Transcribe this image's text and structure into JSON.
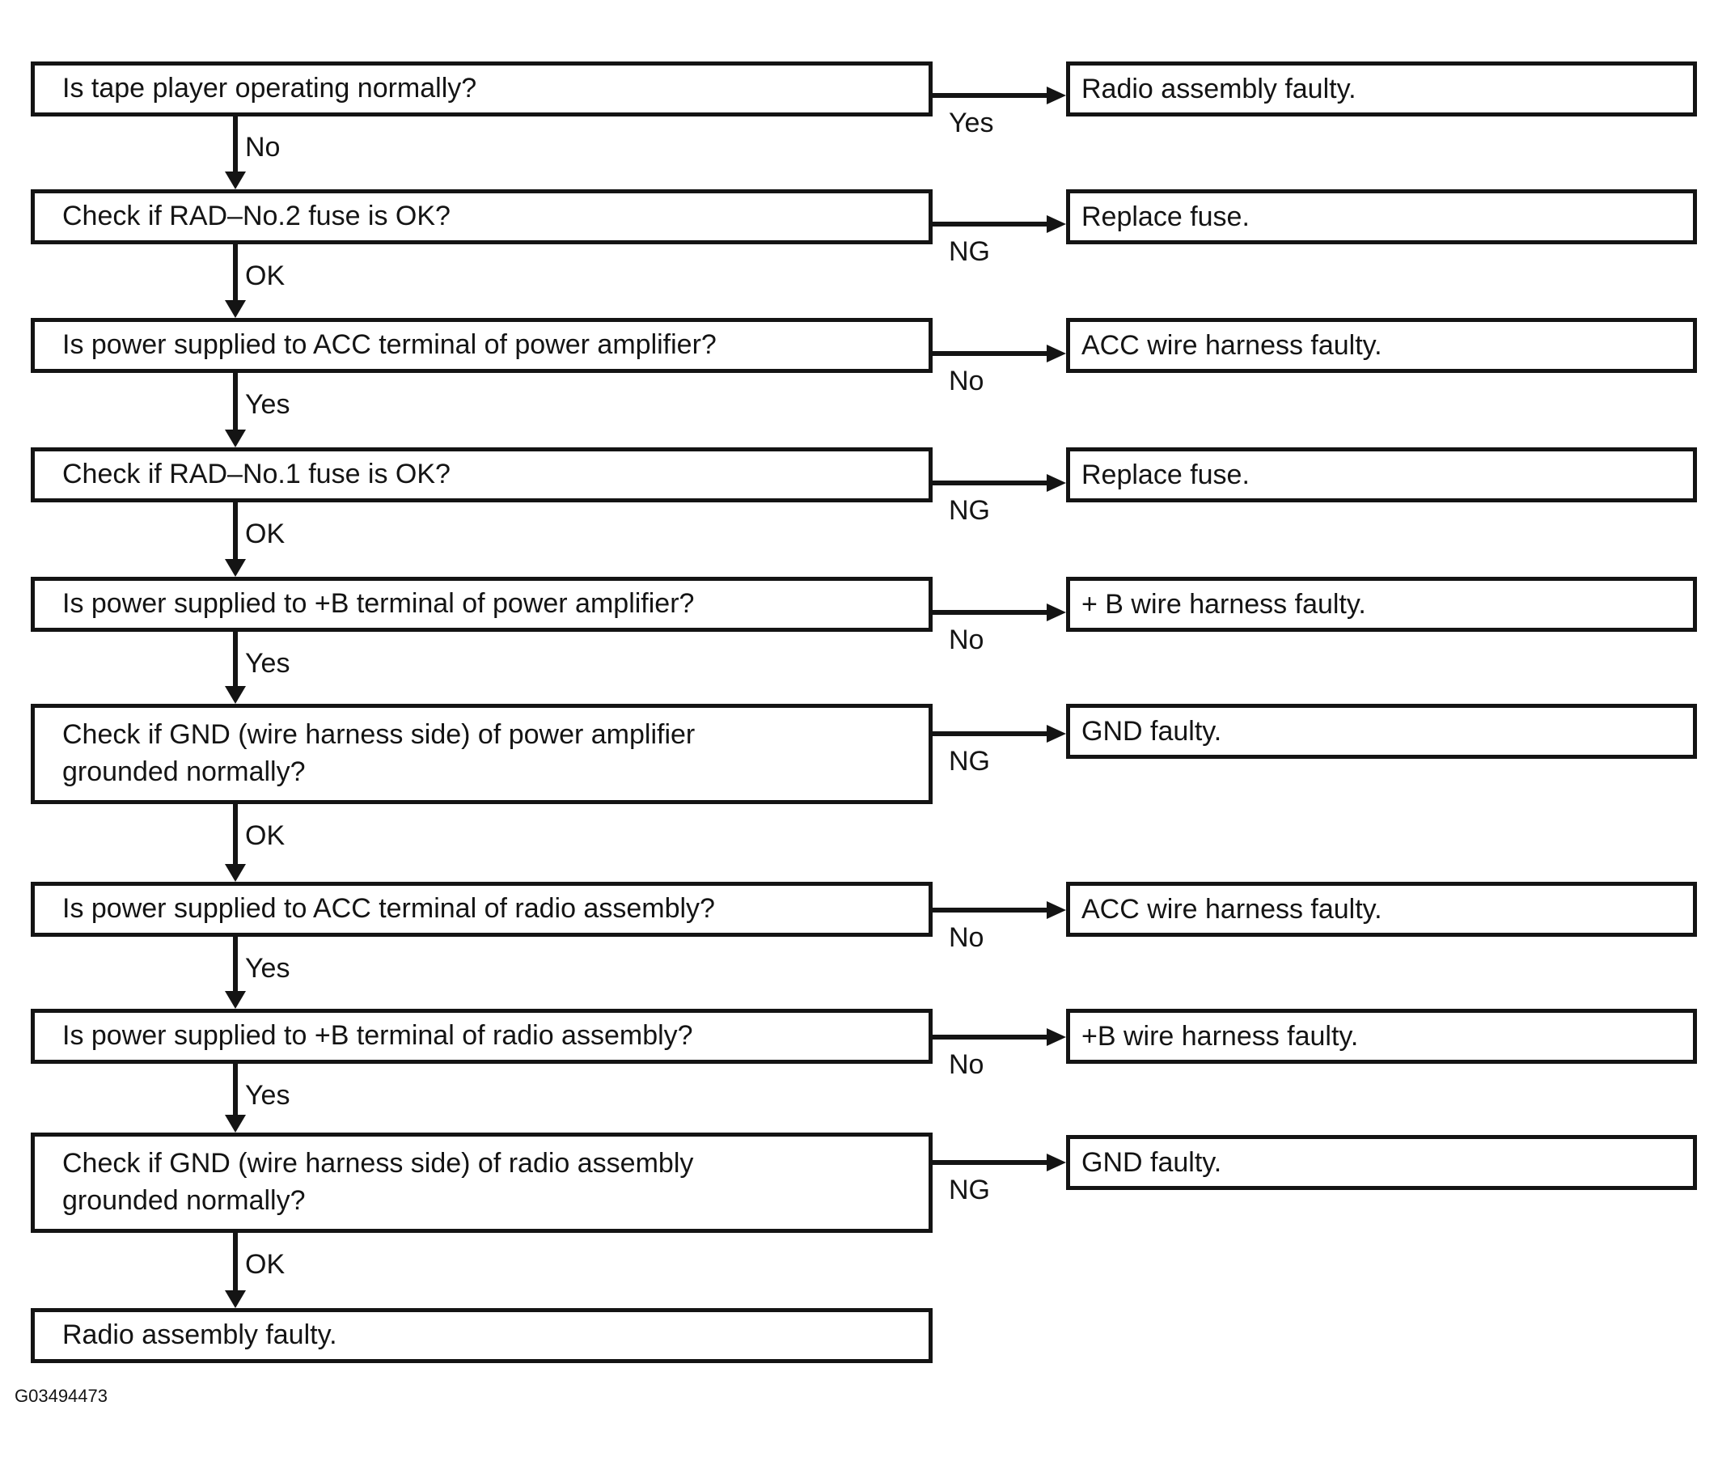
{
  "figure": {
    "caption": "G03494473"
  },
  "colors": {
    "ink": "#141414",
    "paper": "#ffffff"
  },
  "flow": {
    "rows": [
      {
        "question": "Is tape player operating normally?",
        "down": "No",
        "side": "Yes",
        "result": "Radio assembly faulty."
      },
      {
        "question": "Check if RAD–No.2 fuse is OK?",
        "down": "OK",
        "side": "NG",
        "result": "Replace fuse."
      },
      {
        "question": "Is power supplied to ACC terminal of power amplifier?",
        "down": "Yes",
        "side": "No",
        "result": "ACC wire harness faulty."
      },
      {
        "question": "Check if RAD–No.1 fuse is OK?",
        "down": "OK",
        "side": "NG",
        "result": "Replace fuse."
      },
      {
        "question": "Is power supplied to +B terminal of power amplifier?",
        "down": "Yes",
        "side": "No",
        "result": "+ B wire harness faulty."
      },
      {
        "question": "Check if GND (wire harness side) of power amplifier grounded normally?",
        "down": "OK",
        "side": "NG",
        "result": "GND faulty."
      },
      {
        "question": "Is power supplied to ACC terminal of radio assembly?",
        "down": "Yes",
        "side": "No",
        "result": "ACC wire harness faulty."
      },
      {
        "question": "Is power supplied to +B terminal of radio assembly?",
        "down": "Yes",
        "side": "No",
        "result": "+B wire harness faulty."
      },
      {
        "question": "Check if GND (wire harness side) of radio assembly grounded normally?",
        "down": "OK",
        "side": "NG",
        "result": "GND faulty."
      },
      {
        "question": "Radio assembly faulty."
      }
    ]
  }
}
